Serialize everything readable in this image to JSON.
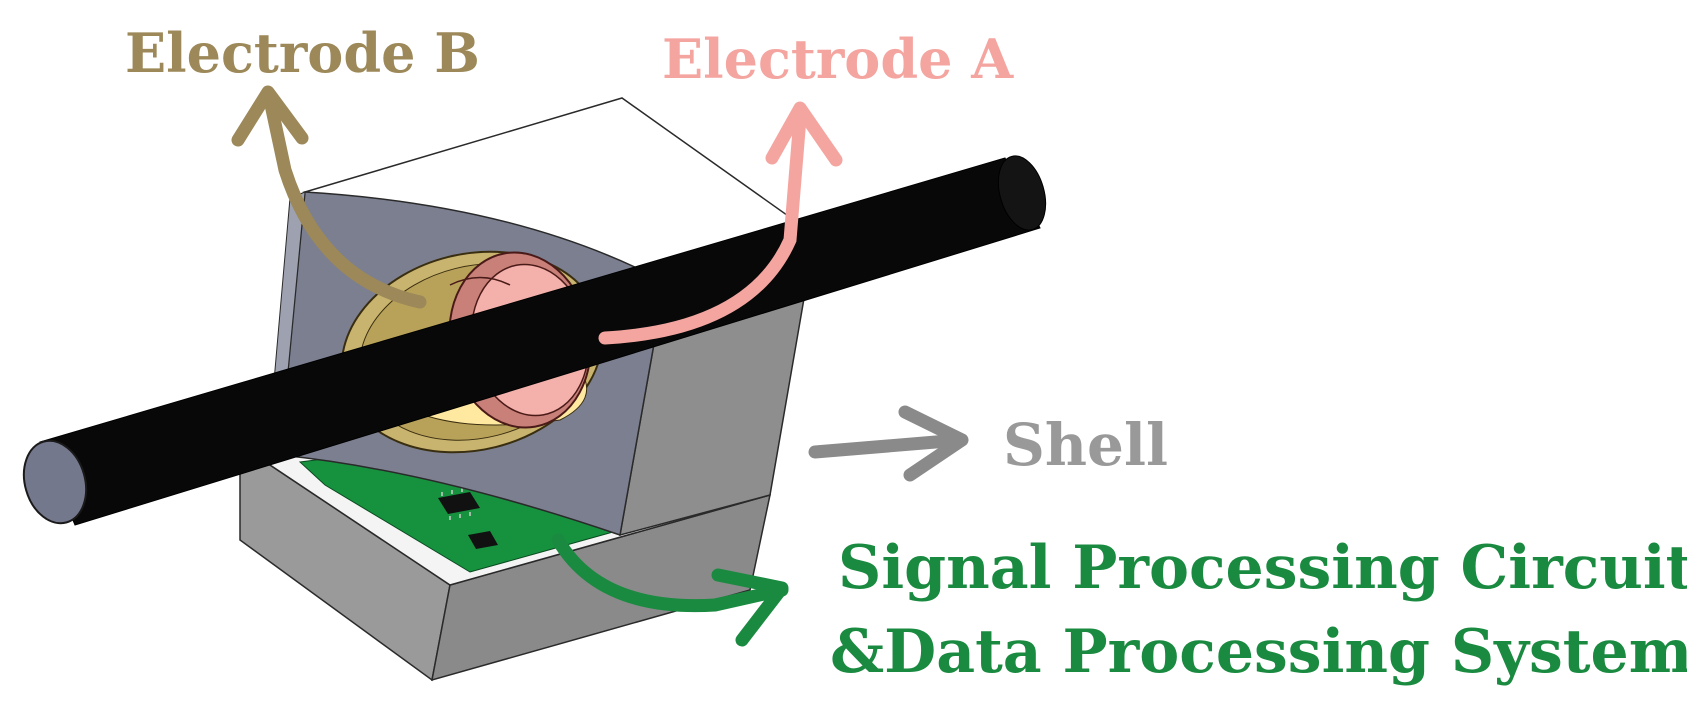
{
  "labels": {
    "electrode_b": "Electrode B",
    "electrode_a": "Electrode A",
    "shell": "Shell",
    "circuit_line1": "Signal Processing Circuit",
    "circuit_line2": "&Data Processing System"
  },
  "colors": {
    "electrode_b": "#9c8858",
    "electrode_a": "#f4a5a0",
    "shell": "#999999",
    "circuit": "#1a8a40",
    "rod": "#080808",
    "rod_end": "#74788c",
    "face": "#7b7f90",
    "box_side": "#8a8a8a",
    "box_top": "#f4f4f4",
    "pcb": "#16923e",
    "ring_outer": "#c8b46e",
    "ring_inner": "#ffe8a0",
    "electrode_a_surface": "#e0a098"
  },
  "icons": {
    "electrode_b_arrow": "curved-arrow-icon",
    "electrode_a_arrow": "curved-arrow-icon",
    "shell_arrow": "straight-arrow-icon",
    "circuit_arrow": "curved-arrow-icon"
  }
}
